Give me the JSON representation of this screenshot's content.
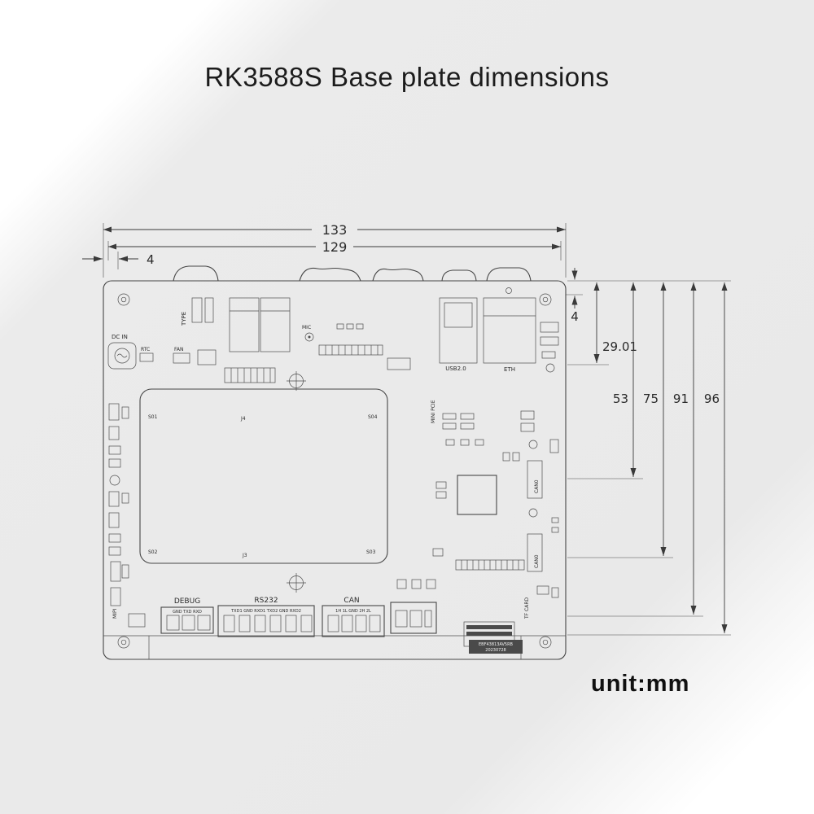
{
  "title": "RK3588S Base plate dimensions",
  "unit_label": "unit:mm",
  "dimensions": {
    "outer_width": "133",
    "inner_width": "129",
    "left_offset": "4",
    "top_offset": "4",
    "depth_eth": "29.01",
    "depth_53": "53",
    "depth_75": "75",
    "depth_91": "91",
    "depth_96": "96"
  },
  "board": {
    "type_c": "TYPE",
    "dc_in": "DC IN",
    "rtc": "RTC",
    "fan": "FAN",
    "mic": "MIC",
    "usb": "USB2.0",
    "eth": "ETH",
    "mini_pcie": "MINI PCIE",
    "can0_upper": "CAN0",
    "can0_lower": "CAN0",
    "mipi": "MIPI",
    "tf_card": "TF CARD",
    "debug": "DEBUG",
    "debug_pins": "GND TXD RXD",
    "rs232": "RS232",
    "rs232_pins": "TXD1 GND RXD1 TXD2 GND RXD2",
    "can": "CAN",
    "can_pins": "1H 1L GND 2H 2L",
    "som_refs": {
      "tl": "S01",
      "tc": "J4",
      "tr": "S04",
      "bl": "S02",
      "bc": "J3",
      "br": "S03"
    },
    "board_id": "EBF43813AV5RB",
    "board_date": "20230728"
  },
  "colors": {
    "line": "#464646",
    "background": "#e9e9e9",
    "text": "#1c1c1c"
  }
}
